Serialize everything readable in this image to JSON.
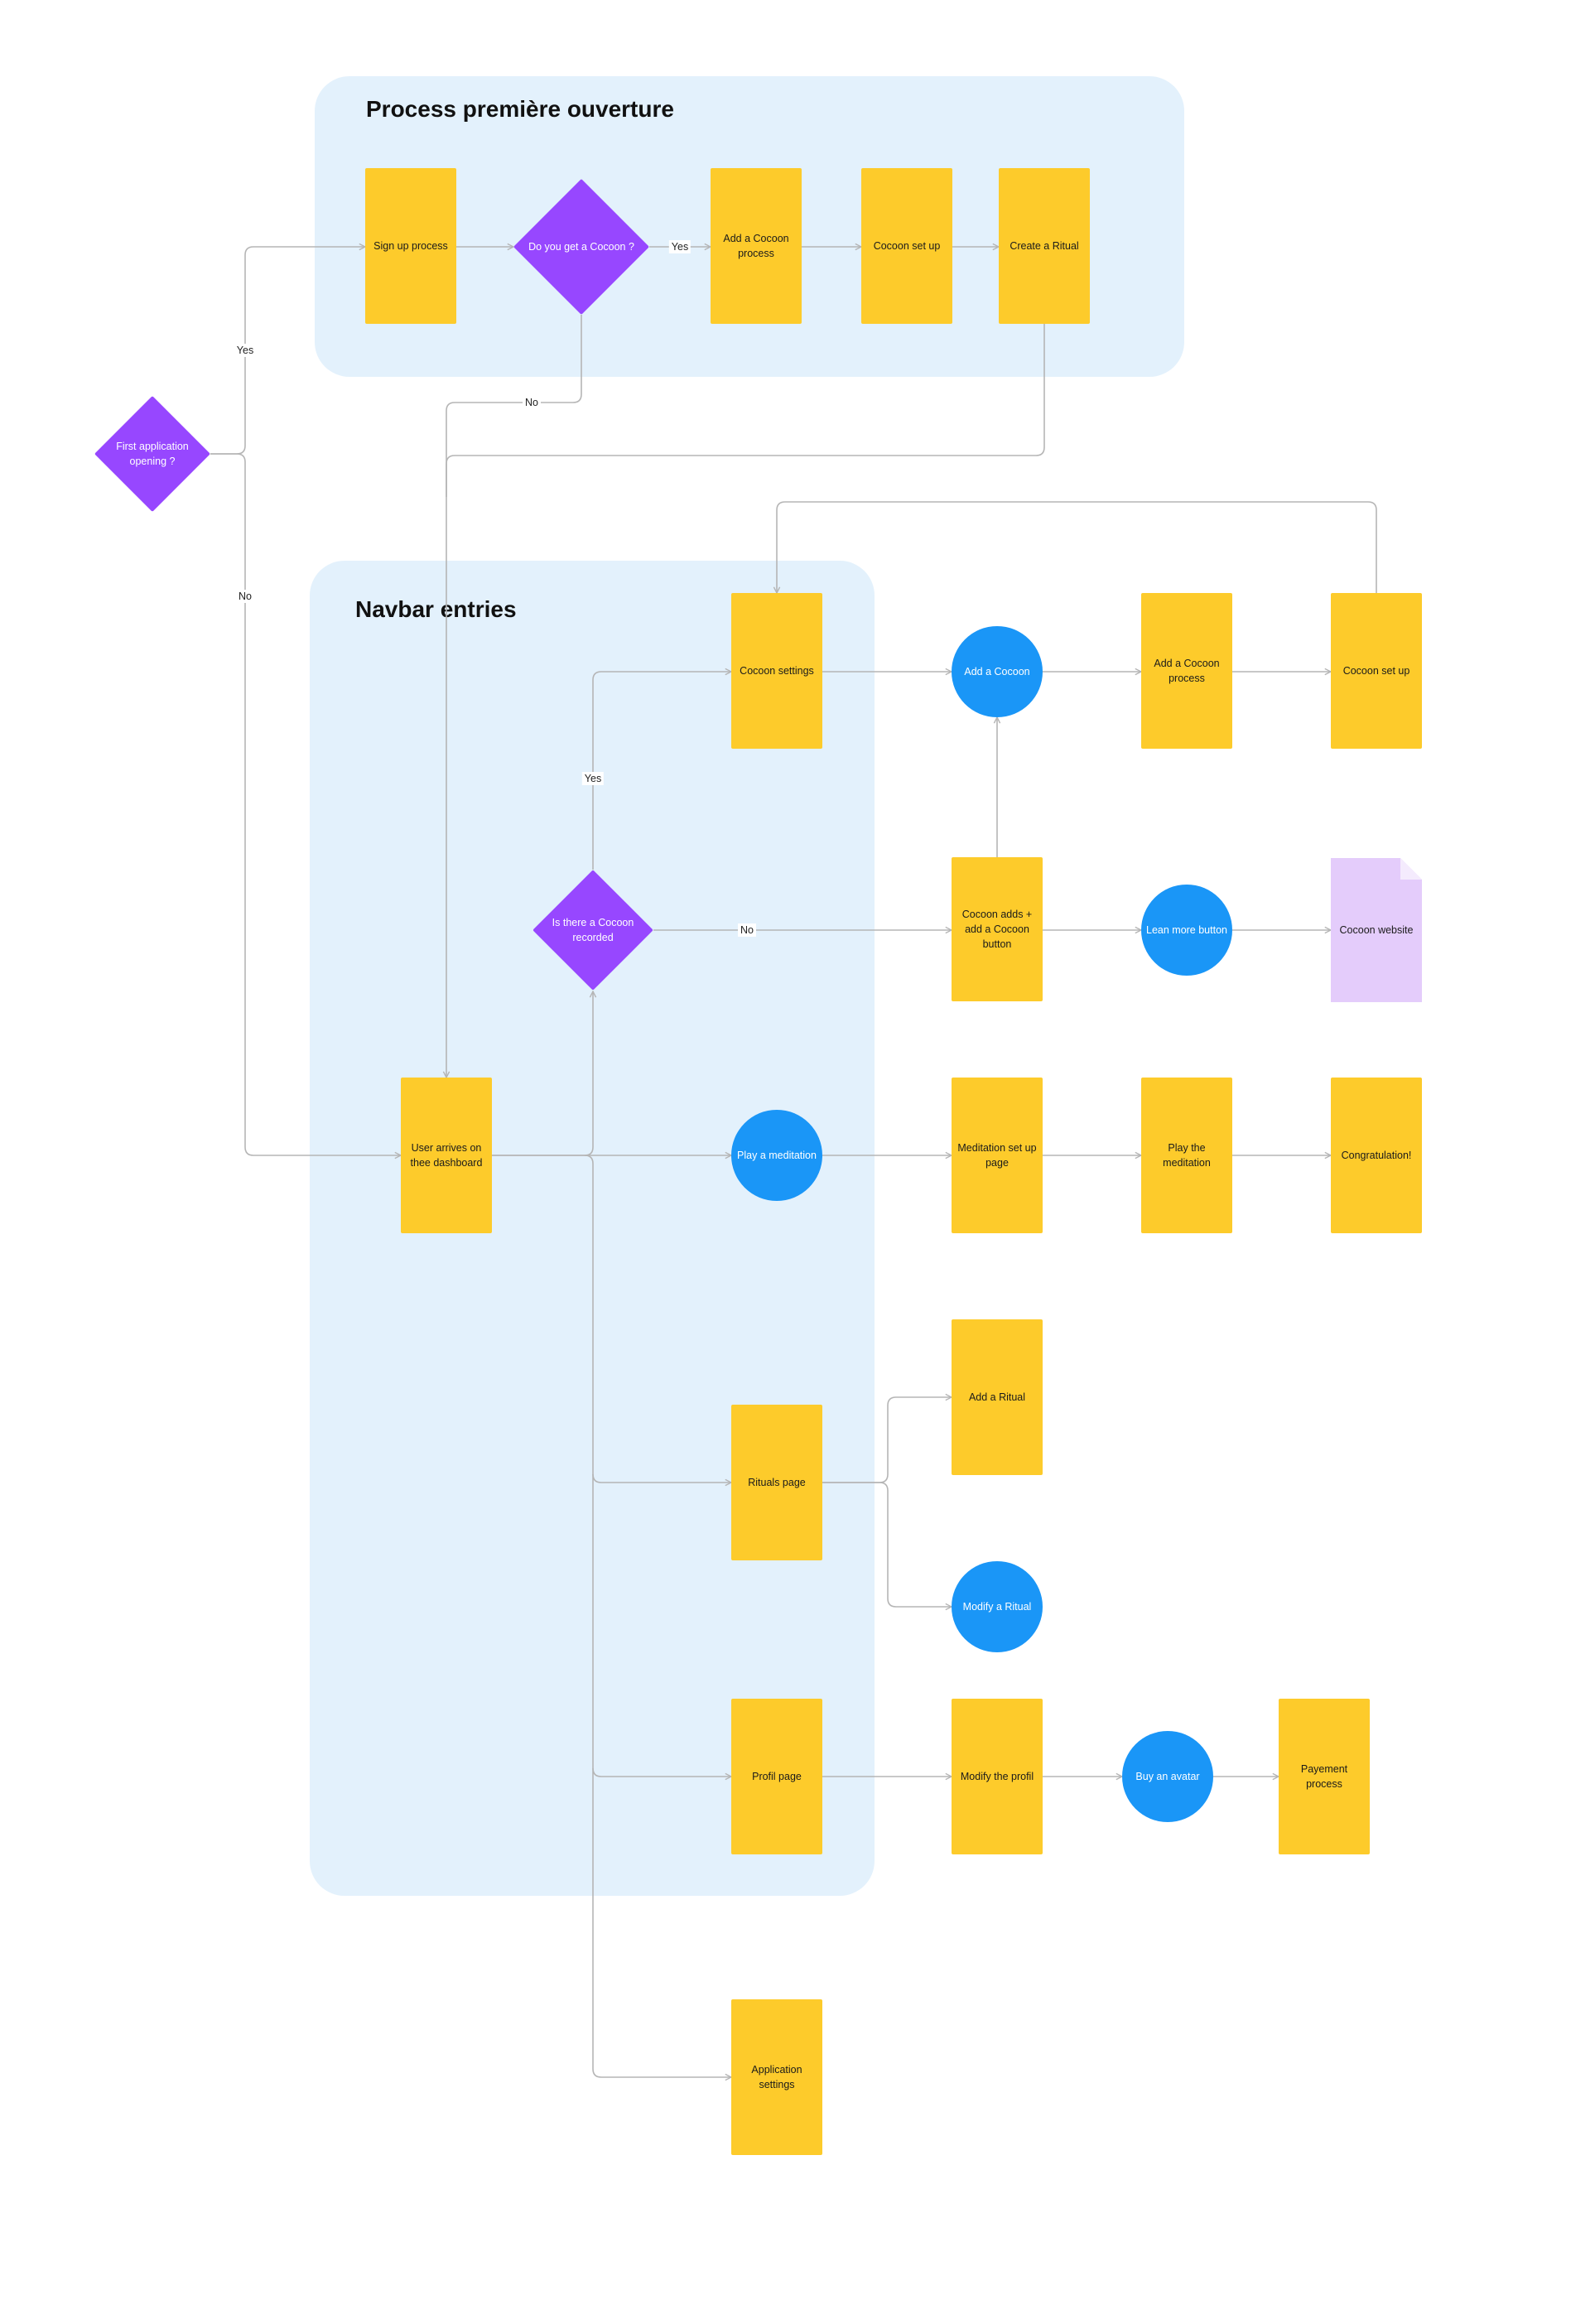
{
  "sections": {
    "first_opening": {
      "title": "Process première ouverture"
    },
    "navbar": {
      "title": "Navbar entries"
    }
  },
  "nodes": {
    "first_opening": "First application opening ?",
    "signup": "Sign up process",
    "get_cocoon": "Do you get a Cocoon ?",
    "add_cocoon_process_top": "Add a Cocoon process",
    "cocoon_setup_top": "Cocoon set up",
    "create_ritual": "Create a Ritual",
    "cocoon_settings": "Cocoon settings",
    "add_cocoon_circle": "Add a Cocoon",
    "add_cocoon_process_right": "Add a Cocoon process",
    "cocoon_setup_right": "Cocoon set up",
    "cocoon_recorded": "Is there a Cocoon recorded",
    "cocoon_adds_button": "Cocoon adds + add a Cocoon button",
    "learn_more": "Lean more button",
    "cocoon_website": "Cocoon website",
    "dashboard": "User arrives on thee dashboard",
    "play_meditation": "Play a meditation",
    "meditation_setup": "Meditation set up page",
    "play_the_meditation": "Play the meditation",
    "congratulation": "Congratulation!",
    "add_ritual": "Add a Ritual",
    "rituals_page": "Rituals page",
    "modify_ritual": "Modify a Ritual",
    "profil_page": "Profil page",
    "modify_profil": "Modify the profil",
    "buy_avatar": "Buy an avatar",
    "payment": "Payement process",
    "app_settings": "Application settings"
  },
  "edge_labels": {
    "first_yes": "Yes",
    "first_no": "No",
    "cocoon_yes": "Yes",
    "cocoon_no": "No",
    "recorded_yes": "Yes",
    "recorded_no": "No"
  },
  "colors": {
    "section_background": "#e3f1fc",
    "process_rect": "#fdcb2b",
    "decision_diamond": "#9747ff",
    "action_circle": "#1a96f7",
    "document_note": "#e4ccfb",
    "connector": "#b5b5b5"
  }
}
